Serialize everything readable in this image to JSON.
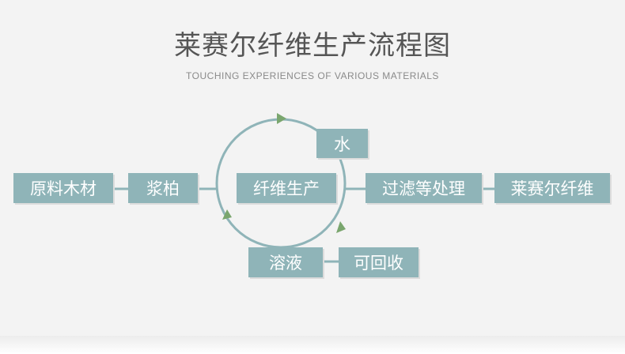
{
  "header": {
    "title": "莱赛尔纤维生产流程图",
    "subtitle": "TOUCHING EXPERIENCES OF VARIOUS MATERIALS"
  },
  "nodes": {
    "raw_wood": "原料木材",
    "pulp": "浆柏",
    "fiber_production": "纤维生产",
    "water": "水",
    "filter": "过滤等处理",
    "lyocell": "莱赛尔纤维",
    "solution": "溶液",
    "recyclable": "可回收"
  },
  "colors": {
    "box": "#8fb4b8",
    "line": "#8fb4b8",
    "arrow": "#7aa66e",
    "background": "#f3f3f3"
  }
}
